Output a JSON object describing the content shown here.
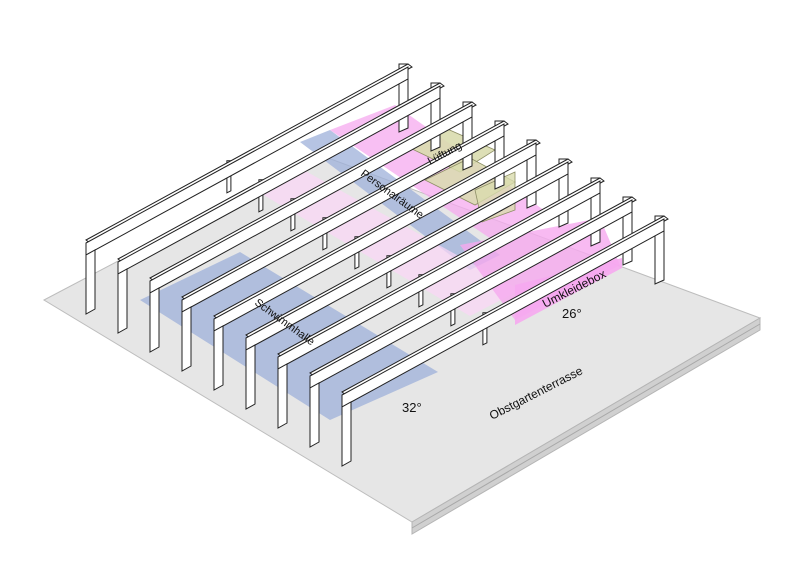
{
  "labels": {
    "lueftung": "Lüftung",
    "personalraeume": "Personalräume",
    "umkleidebox": "Umkleidebox",
    "temp_umkleide": "26°",
    "schwimmhalle": "Schwimmhalle",
    "temp_schwimmhalle": "32°",
    "obstgartenterrasse": "Obstgartenterrasse"
  },
  "colors": {
    "ground": "#e6e6e6",
    "ground_edge": "#b5b5b5",
    "frame_fill": "#ffffff",
    "frame_stroke": "#222222",
    "zone_blue": "#9db0d9",
    "zone_pink": "#f6a9ef",
    "zone_pink_light": "#fbd6f7",
    "zone_green": "#d9dcae"
  },
  "frames": {
    "count": 9
  }
}
